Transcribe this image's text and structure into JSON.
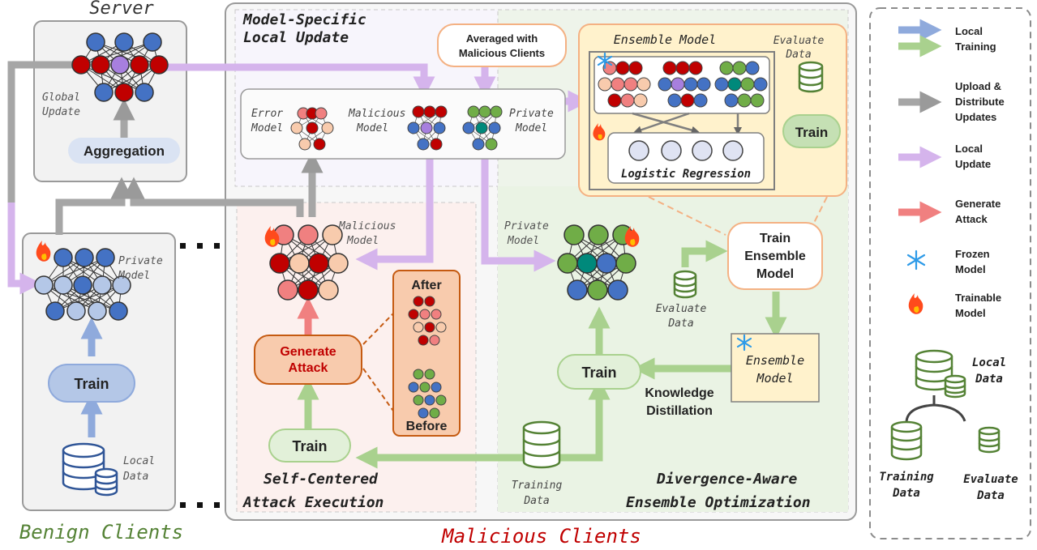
{
  "server": {
    "title": "Server",
    "global_update": [
      "Global",
      "Update"
    ],
    "aggregation": "Aggregation"
  },
  "benign": {
    "private_model": [
      "Private",
      "Model"
    ],
    "train": "Train",
    "local_data": [
      "Local",
      "Data"
    ],
    "title": "Benign Clients"
  },
  "malicious": {
    "title": "Malicious Clients",
    "model_specific": [
      "Model-Specific",
      "Local Update"
    ],
    "averaged": [
      "Averaged with",
      "Malicious Clients"
    ],
    "error_model": [
      "Error",
      "Model"
    ],
    "malicious_model": [
      "Malicious",
      "Model"
    ],
    "private_model": [
      "Private",
      "Model"
    ],
    "self_centered": [
      "Self-Centered",
      "Attack Execution"
    ],
    "generate_attack": [
      "Generate",
      "Attack"
    ],
    "after": "After",
    "before": "Before",
    "train": "Train",
    "training_data": [
      "Training",
      "Data"
    ],
    "divergence": [
      "Divergence-Aware",
      "Ensemble Optimization"
    ],
    "ensemble_model_title": "Ensemble Model",
    "evaluate_data": [
      "Evaluate",
      "Data"
    ],
    "logistic_regression": "Logistic Regression",
    "train_ensemble": [
      "Train",
      "Ensemble",
      "Model"
    ],
    "ensemble_model_box": [
      "Ensemble",
      "Model"
    ],
    "knowledge_distillation": [
      "Knowledge",
      "Distillation"
    ]
  },
  "legend": {
    "local_training": [
      "Local",
      "Training"
    ],
    "upload": [
      "Upload &",
      "Distribute",
      "Updates"
    ],
    "local_update": [
      "Local",
      "Update"
    ],
    "generate_attack": [
      "Generate",
      "Attack"
    ],
    "frozen": [
      "Frozen",
      "Model"
    ],
    "trainable": [
      "Trainable",
      "Model"
    ],
    "local_data": [
      "Local",
      "Data"
    ],
    "training_data": [
      "Training",
      "Data"
    ],
    "evaluate_data": [
      "Evaluate",
      "Data"
    ]
  },
  "colors": {
    "blue": "#4472c4",
    "green": "#548235",
    "gray": "#8c8c8c",
    "purple": "#d5b4ec",
    "red": "#f08080",
    "dark_red": "#c00000"
  }
}
